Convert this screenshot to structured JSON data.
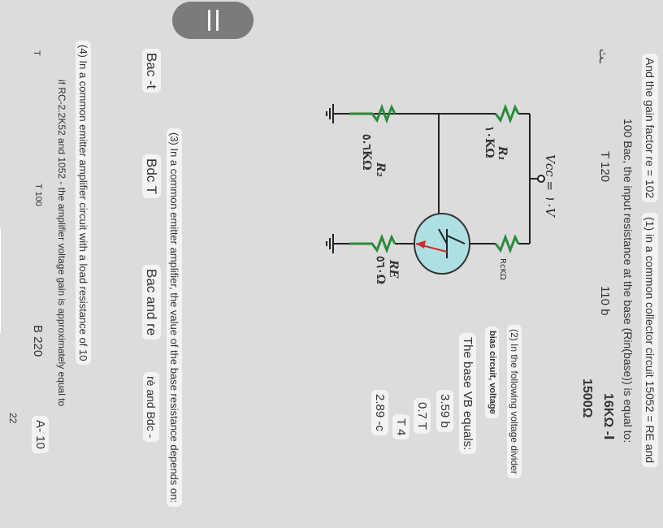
{
  "q1": {
    "line1": "And the gain factor re = 102",
    "line1b": "(1) in a common collector circuit 15052 = RE and",
    "line2": "100 Bac, the input resistance at the base (Rin(base)) is equal to:",
    "opt_t120": "T 120",
    "opt_110b": "110 b",
    "opt_16k": "16KΩ -ا",
    "opt_1500": "1500Ω",
    "arabic_mark": "ـث"
  },
  "circuit": {
    "vcc": "Vcc = ١٠V",
    "r1_name": "R₁",
    "r1_value": "١٠KΩ",
    "r2_name": "R₂",
    "r2_value": "٥.٦KΩ",
    "rc": "RcKΩ",
    "re_name": "RE",
    "re_value": "٥٦٠Ω"
  },
  "q2": {
    "line1": "(2) In the following voltage divider",
    "line2": "bias circuit, voltage",
    "line3": "The base VB equals:",
    "opt_a": "3.59 b",
    "opt_b": "0.7 T",
    "opt_c": "T 4",
    "opt_d": "2.89 -c"
  },
  "q3": {
    "line1": "(3) In a common emitter amplifier, the value of the base resistance depends on:",
    "opt_a": "Bdc T",
    "opt_b": "Bac and re",
    "opt_c": "rè and Bdc -",
    "opt_d": "Bac -t"
  },
  "q4": {
    "line1": "(4) In a common emitter amplifier circuit with a load resistance of 10",
    "line2": "if RC-2.2K52 and 1052 - the amplifier voltage gain is approximately equal to",
    "opt_a": "T",
    "opt_b": "T 100",
    "opt_c": "B 220",
    "opt_d": "A- 10",
    "opt_e": "22"
  },
  "colors": {
    "background": "#dcdcdc",
    "handle": "#7b7b7b",
    "transistor_fill": "#aee0e3",
    "resistor": "#2a8a3c",
    "arrow": "#d8262a"
  }
}
